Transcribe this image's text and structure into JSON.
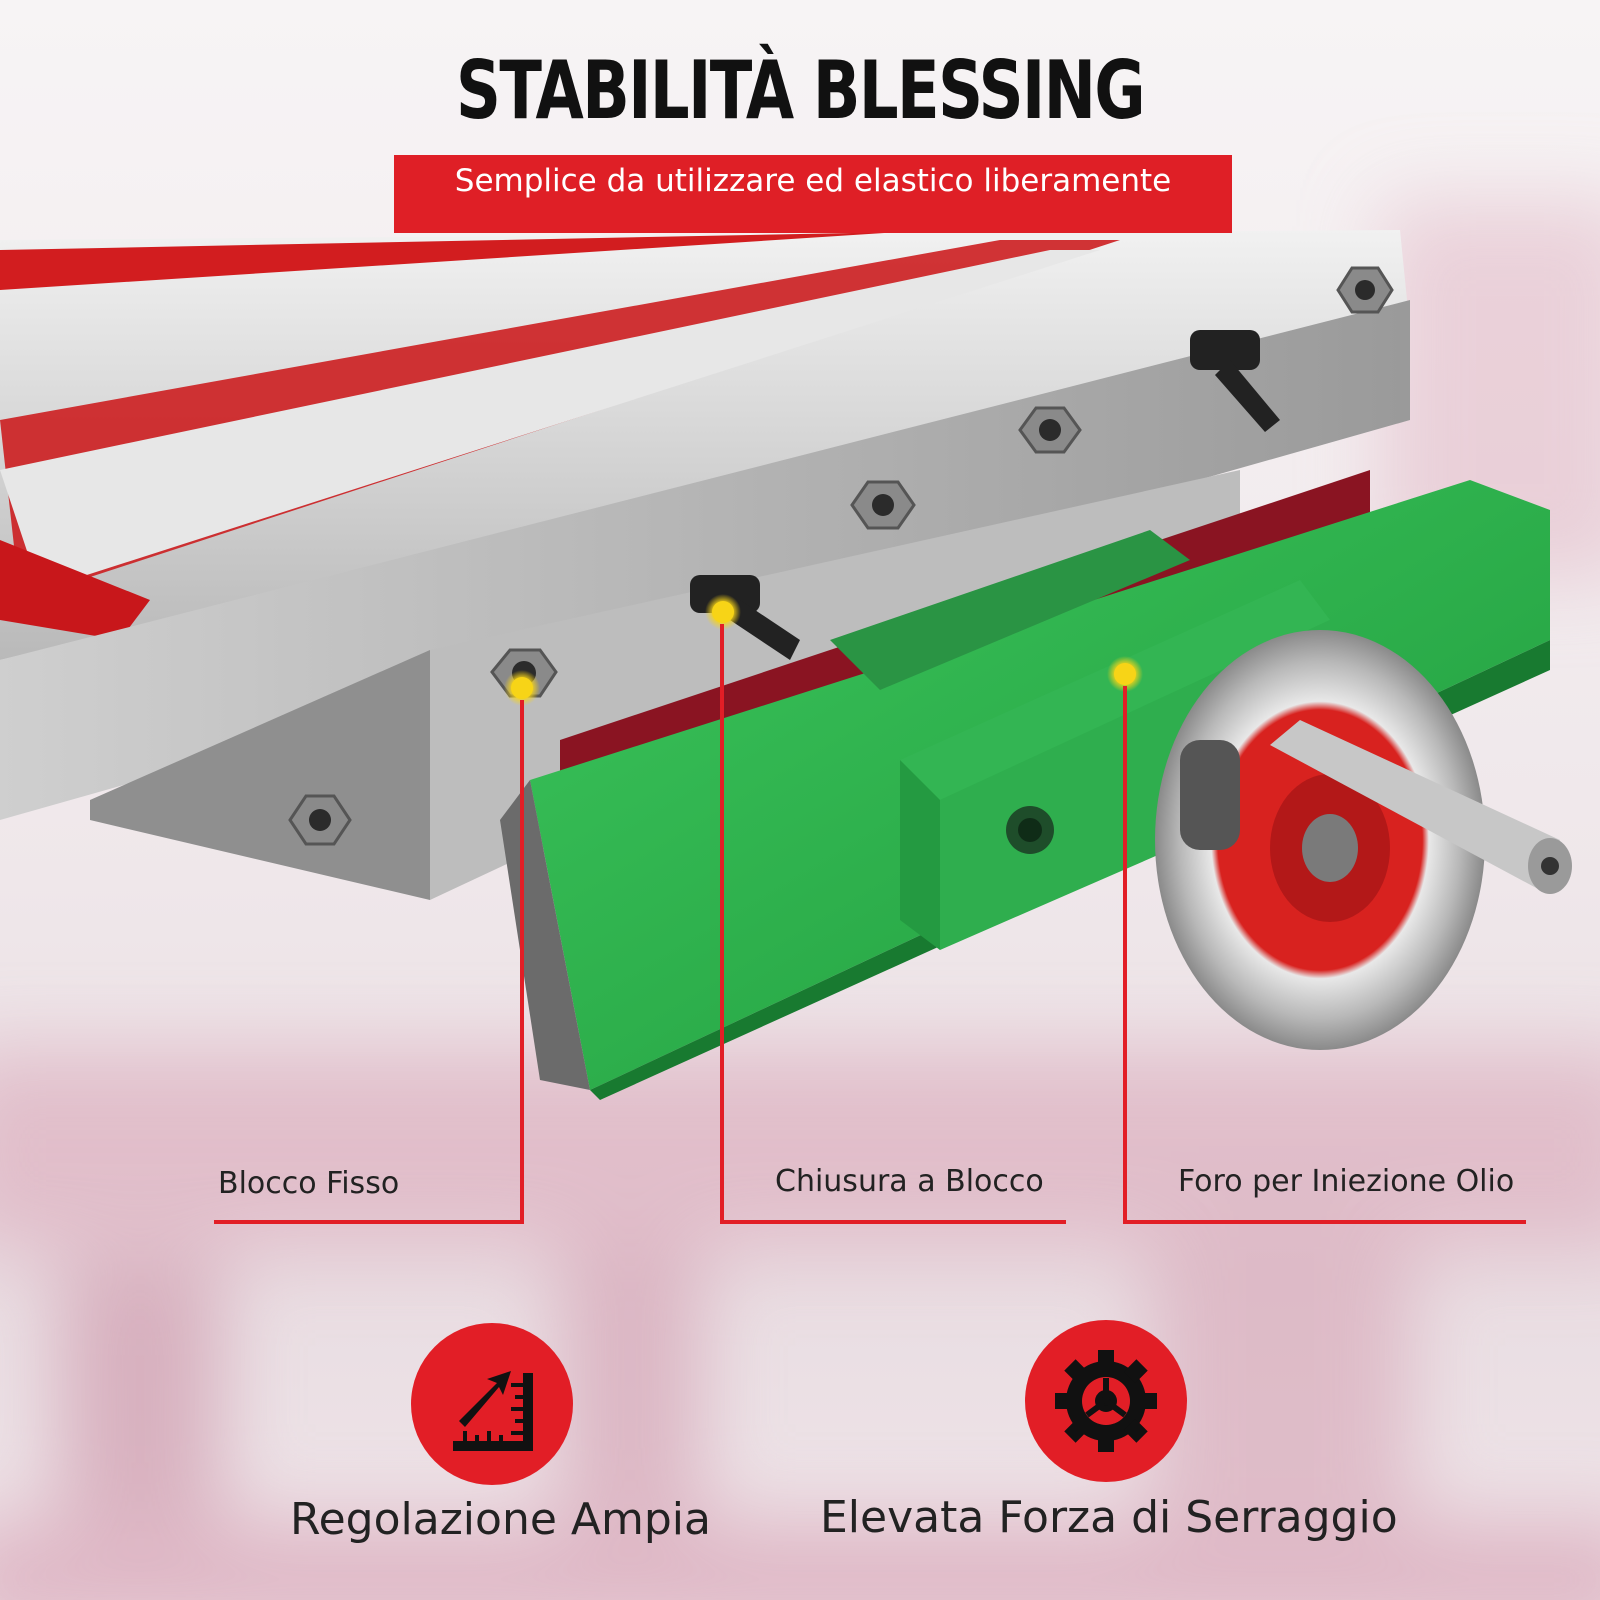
{
  "header": {
    "title": "STABILITÀ BLESSING",
    "subtitle": "Semplice da utilizzare ed elastico liberamente"
  },
  "callouts": [
    {
      "label": "Blocco Fisso"
    },
    {
      "label": "Chiusura a Blocco"
    },
    {
      "label": "Foro per Iniezione Olio"
    }
  ],
  "features": [
    {
      "label": "Regolazione Ampia",
      "icon": "ruler-arrow-icon"
    },
    {
      "label": "Elevata Forza di Serraggio",
      "icon": "gear-icon"
    }
  ],
  "colors": {
    "accent_red": "#e21e26",
    "table_green": "#2fb24c",
    "marker_yellow": "#f7d417",
    "steel": "#c9c9c9"
  }
}
